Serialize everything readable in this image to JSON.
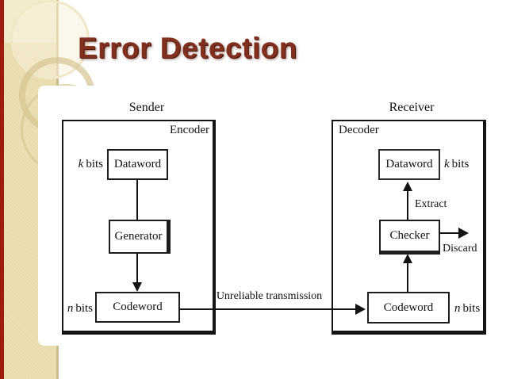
{
  "slide": {
    "title": "Error Detection"
  },
  "colors": {
    "accent_bar": "#9e1b10",
    "band": "#e9dcac",
    "band_edge": "#cbbc8d",
    "title": "#81301f",
    "ink": "#141414"
  },
  "diagram": {
    "sender": {
      "label": "Sender",
      "section_label": "Encoder",
      "dataword_label": "Dataword",
      "generator_label": "Generator",
      "codeword_label": "Codeword",
      "k_bits": {
        "var": "k",
        "word": "bits"
      },
      "n_bits": {
        "var": "n",
        "word": "bits"
      }
    },
    "receiver": {
      "label": "Receiver",
      "section_label": "Decoder",
      "dataword_label": "Dataword",
      "checker_label": "Checker",
      "codeword_label": "Codeword",
      "extract_label": "Extract",
      "discard_label": "Discard",
      "k_bits": {
        "var": "k",
        "word": "bits"
      },
      "n_bits": {
        "var": "n",
        "word": "bits"
      }
    },
    "transmission_label": "Unreliable transmission"
  }
}
